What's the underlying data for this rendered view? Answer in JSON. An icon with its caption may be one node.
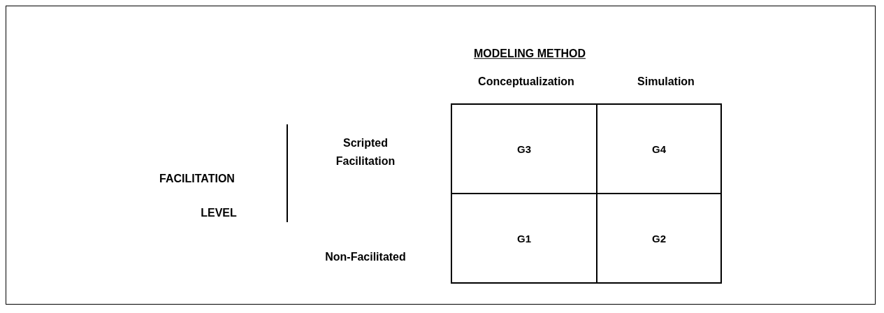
{
  "diagram": {
    "nodes": [
      {
        "text": [
          "G3"
        ]
      },
      {
        "text": [
          "G4"
        ]
      },
      {
        "text": [
          "G1"
        ]
      },
      {
        "text": [
          "G2"
        ]
      }
    ],
    "labels": [
      "MODELING METHOD",
      "Conceptualization",
      "Simulation",
      "Scripted Facilitation",
      "FACILITATION",
      "LEVEL",
      "Non-Facilitated"
    ]
  }
}
